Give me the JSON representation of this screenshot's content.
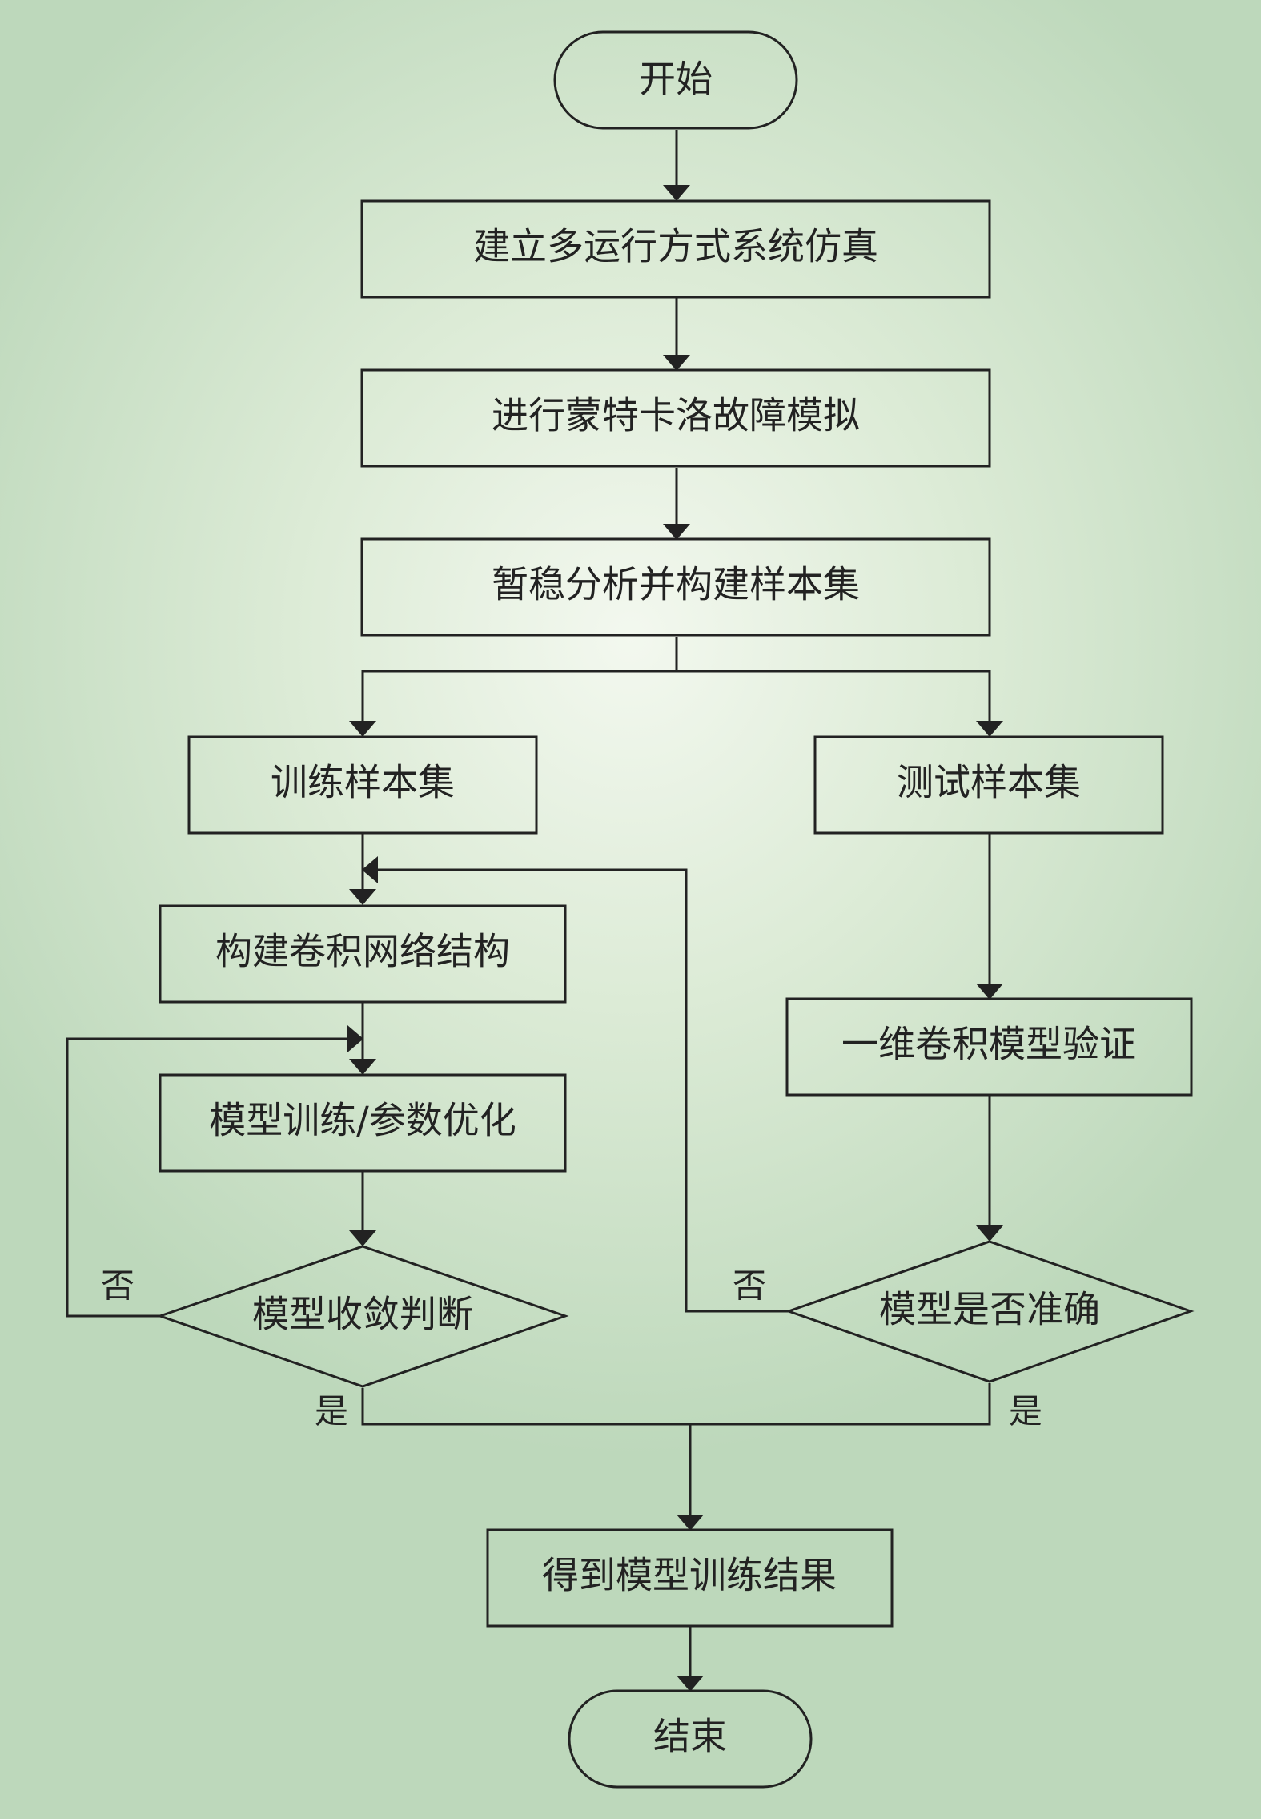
{
  "nodes": {
    "start": "开始",
    "build_sim": "建立多运行方式系统仿真",
    "monte_carlo": "进行蒙特卡洛故障模拟",
    "transient": "暂稳分析并构建样本集",
    "train_set": "训练样本集",
    "test_set": "测试样本集",
    "build_cnn": "构建卷积网络结构",
    "train_opt": "模型训练/参数优化",
    "converge": "模型收敛判断",
    "validate": "一维卷积模型验证",
    "accurate": "模型是否准确",
    "result": "得到模型训练结果",
    "end": "结束"
  },
  "edge_labels": {
    "converge_no": "否",
    "converge_yes": "是",
    "accurate_no": "否",
    "accurate_yes": "是"
  },
  "colors": {
    "line": "#222222",
    "background_center": "#f3f8ef",
    "background_edge": "#bdd8bb"
  }
}
